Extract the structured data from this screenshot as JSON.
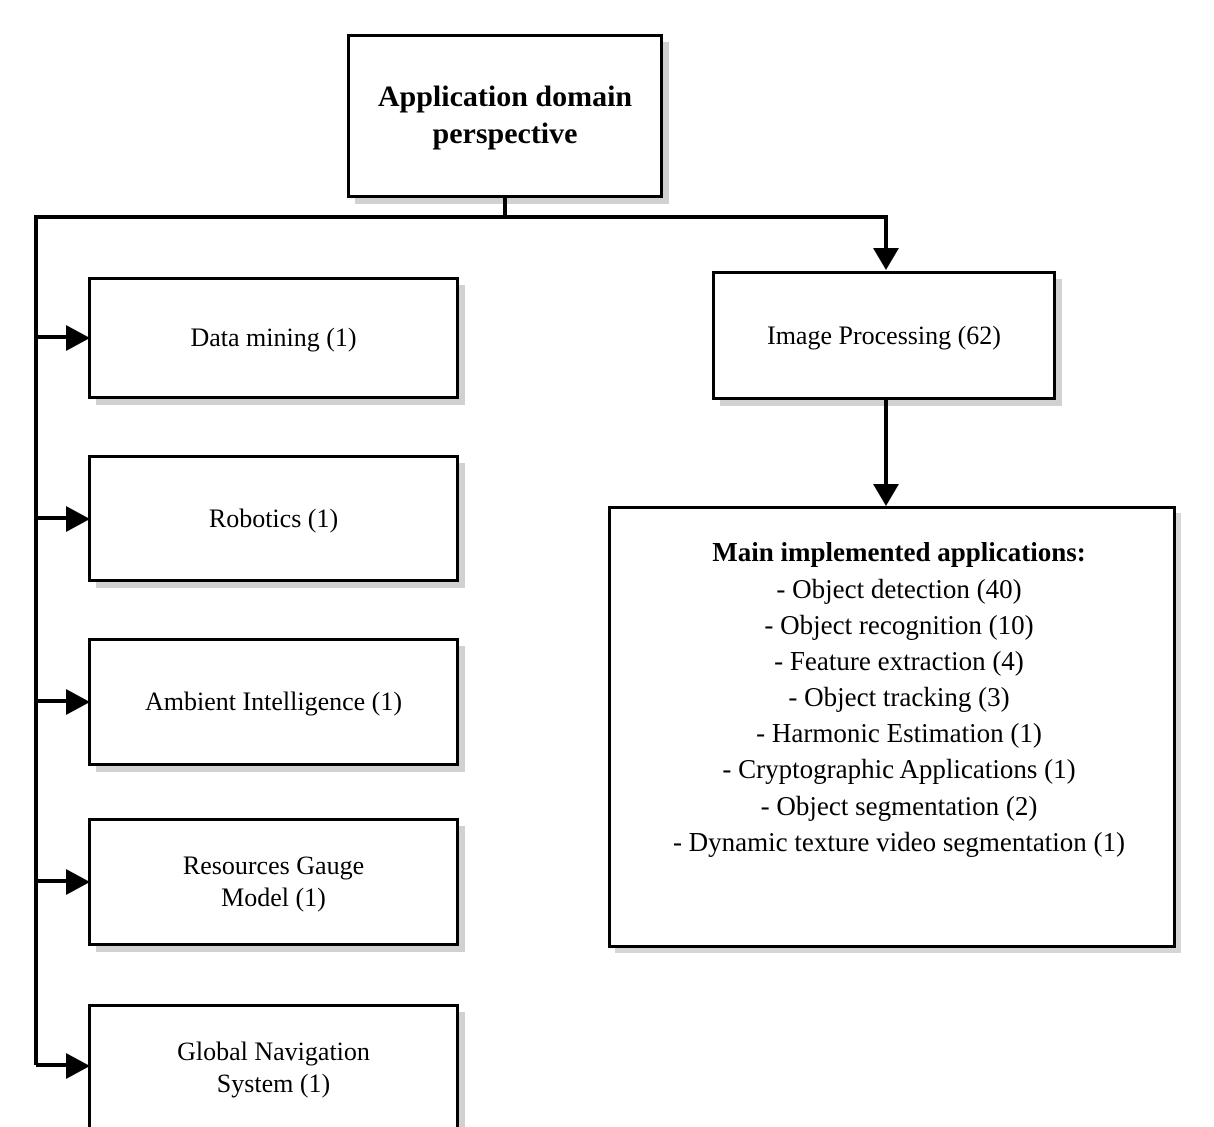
{
  "diagram": {
    "title_node": {
      "label": "Application domain\nperspective"
    },
    "left_branch": [
      {
        "id": "data-mining",
        "label": "Data mining (1)"
      },
      {
        "id": "robotics",
        "label": "Robotics  (1)"
      },
      {
        "id": "ambient",
        "label": "Ambient Intelligence (1)"
      },
      {
        "id": "resources",
        "label": "Resources Gauge\nModel (1)"
      },
      {
        "id": "global-nav",
        "label": "Global Navigation\nSystem (1)"
      }
    ],
    "right_branch": {
      "image_processing": {
        "label": "Image Processing (62)"
      },
      "applications": {
        "heading": "Main implemented applications:",
        "items": [
          "- Object detection (40)",
          "- Object recognition (10)",
          "- Feature extraction (4)",
          "- Object tracking (3)",
          "- Harmonic Estimation (1)",
          "- Cryptographic Applications (1)",
          "- Object segmentation (2)",
          "- Dynamic texture video segmentation (1)"
        ]
      }
    },
    "colors": {
      "stroke": "#000000",
      "fill": "#ffffff",
      "shadow": "#cccccc",
      "text": "#000000"
    }
  }
}
